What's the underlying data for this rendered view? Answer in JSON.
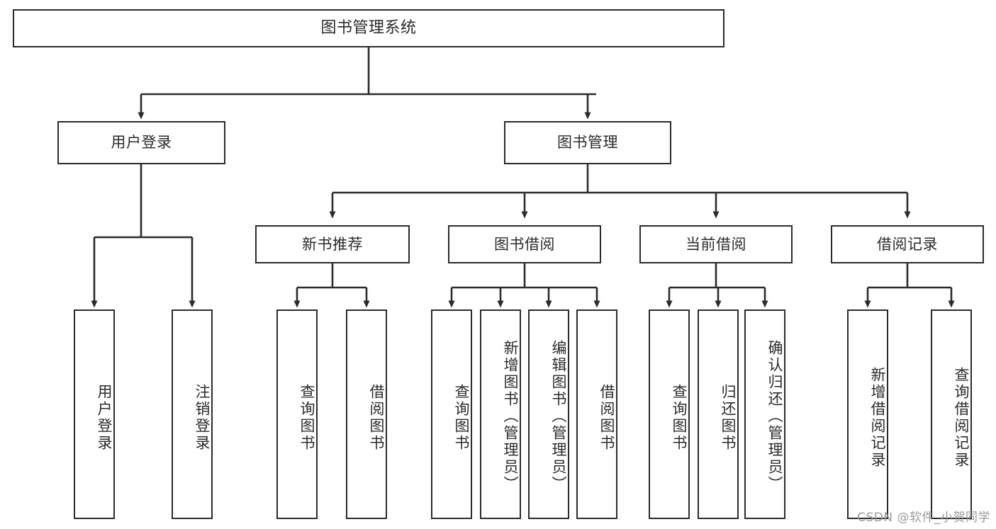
{
  "diagram": {
    "title": "图书管理系统",
    "type": "tree",
    "background_color": "#ffffff",
    "line_color": "#2b2b2b",
    "text_color": "#2b2b2b",
    "watermark": "CSDN @软件_小贺同学",
    "nodes": {
      "root": {
        "label": "图书管理系统"
      },
      "level2": [
        {
          "id": "user-login",
          "label": "用户登录"
        },
        {
          "id": "book-management",
          "label": "图书管理"
        }
      ],
      "level3": [
        {
          "id": "new-book-recommend",
          "label": "新书推荐"
        },
        {
          "id": "book-borrow",
          "label": "图书借阅"
        },
        {
          "id": "current-borrow",
          "label": "当前借阅"
        },
        {
          "id": "borrow-record",
          "label": "借阅记录"
        }
      ],
      "leaves": [
        {
          "id": "leaf-user-login",
          "label": "用户登录",
          "parent": "user-login"
        },
        {
          "id": "leaf-logout-login",
          "label": "注销登录",
          "parent": "user-login"
        },
        {
          "id": "leaf-query-book-1",
          "label": "查询图书",
          "parent": "new-book-recommend"
        },
        {
          "id": "leaf-borrow-book-1",
          "label": "借阅图书",
          "parent": "new-book-recommend"
        },
        {
          "id": "leaf-query-book-2",
          "label": "查询图书",
          "parent": "book-borrow"
        },
        {
          "id": "leaf-add-book",
          "label": "新增图书（管理员）",
          "parent": "book-borrow"
        },
        {
          "id": "leaf-edit-book",
          "label": "编辑图书（管理员）",
          "parent": "book-borrow"
        },
        {
          "id": "leaf-borrow-book-2",
          "label": "借阅图书",
          "parent": "book-borrow"
        },
        {
          "id": "leaf-query-book-3",
          "label": "查询图书",
          "parent": "current-borrow"
        },
        {
          "id": "leaf-return-book",
          "label": "归还图书",
          "parent": "current-borrow"
        },
        {
          "id": "leaf-confirm-return",
          "label": "确认归还（管理员）",
          "parent": "current-borrow"
        },
        {
          "id": "leaf-add-record",
          "label": "新增借阅记录",
          "parent": "borrow-record"
        },
        {
          "id": "leaf-query-record",
          "label": "查询借阅记录",
          "parent": "borrow-record"
        }
      ]
    }
  }
}
